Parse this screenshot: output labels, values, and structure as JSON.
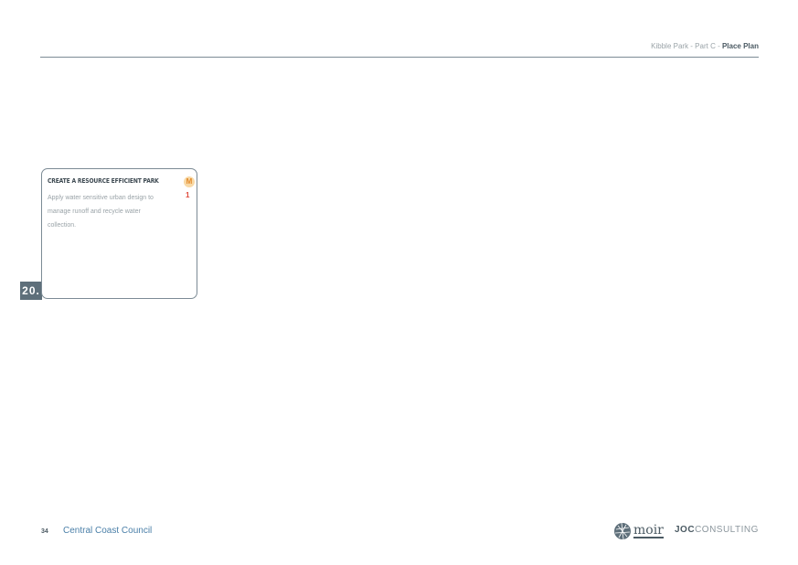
{
  "header": {
    "document_title": "Kibble Park - Part C - ",
    "section_title": "Place Plan"
  },
  "card": {
    "number": "20.",
    "title": "CREATE A RESOURCE EFFICIENT PARK",
    "description": "Apply water sensitive urban design to manage runoff and recycle water collection.",
    "badge_letter": "M",
    "badge_number": "1"
  },
  "footer": {
    "page_number": "34",
    "organization": "Central Coast Council"
  },
  "logos": {
    "moir": "moir",
    "joc": "JOC",
    "consulting": "CONSULTING"
  },
  "colors": {
    "rule": "#7c8b95",
    "card_number_bg": "#5e6f7a",
    "badge_bg": "#f8d9a6",
    "badge_letter": "#e38b2c",
    "badge_number": "#e04a3c",
    "council_text": "#4a7fa8"
  }
}
